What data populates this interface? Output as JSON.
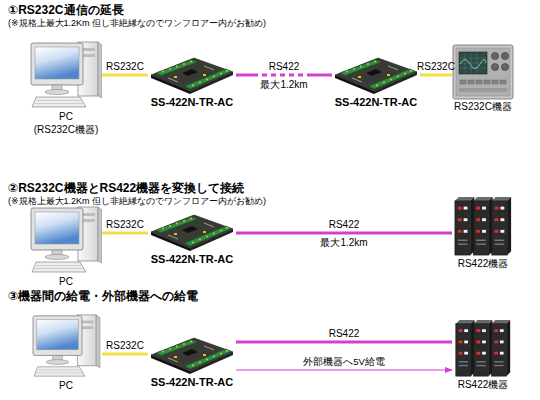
{
  "diagram": {
    "nodes": [
      {
        "text": [
          "PC",
          "(RS232C機器)"
        ]
      },
      {
        "text": [
          "SS-422N-TR-AC"
        ]
      },
      {
        "text": [
          "SS-422N-TR-AC"
        ]
      },
      {
        "text": [
          "RS232C機器"
        ]
      },
      {
        "text": [
          "PC"
        ]
      },
      {
        "text": [
          "SS-422N-TR-AC"
        ]
      },
      {
        "text": [
          "RS422機器"
        ]
      },
      {
        "text": [
          "PC"
        ]
      },
      {
        "text": [
          "SS-422N-TR-AC"
        ]
      },
      {
        "text": [
          "RS422機器"
        ]
      }
    ],
    "edges": [
      {
        "from": 0,
        "to": 1,
        "arrow": "none",
        "label": "RS232C"
      },
      {
        "from": 1,
        "to": 2,
        "arrow": "none",
        "label": "RS422"
      },
      {
        "from": 2,
        "to": 3,
        "arrow": "none",
        "label": "RS232C"
      },
      {
        "from": 4,
        "to": 5,
        "arrow": "none",
        "label": "RS232C"
      },
      {
        "from": 5,
        "to": 6,
        "arrow": "none",
        "label": "RS422"
      },
      {
        "from": 7,
        "to": 8,
        "arrow": "none",
        "label": "RS232C"
      },
      {
        "from": 8,
        "to": 9,
        "arrow": "none",
        "label": "RS422"
      },
      {
        "from": 8,
        "to": 9,
        "arrow": "to",
        "label": "外部機器へ5V給電"
      }
    ],
    "labels": [
      "①RS232C通信の延長",
      "(※規格上最大1.2Km 但し非絶縁なのでワンフロアー内がお勧め)",
      "最大1.2km",
      "②RS232C機器とRS422機器を変換して接続",
      "(※規格上最大1.2Km 但し非絶縁なのでワンフロアー内がお勧め)",
      "最大1.2km",
      "③機器間の給電・外部機器への給電"
    ]
  }
}
